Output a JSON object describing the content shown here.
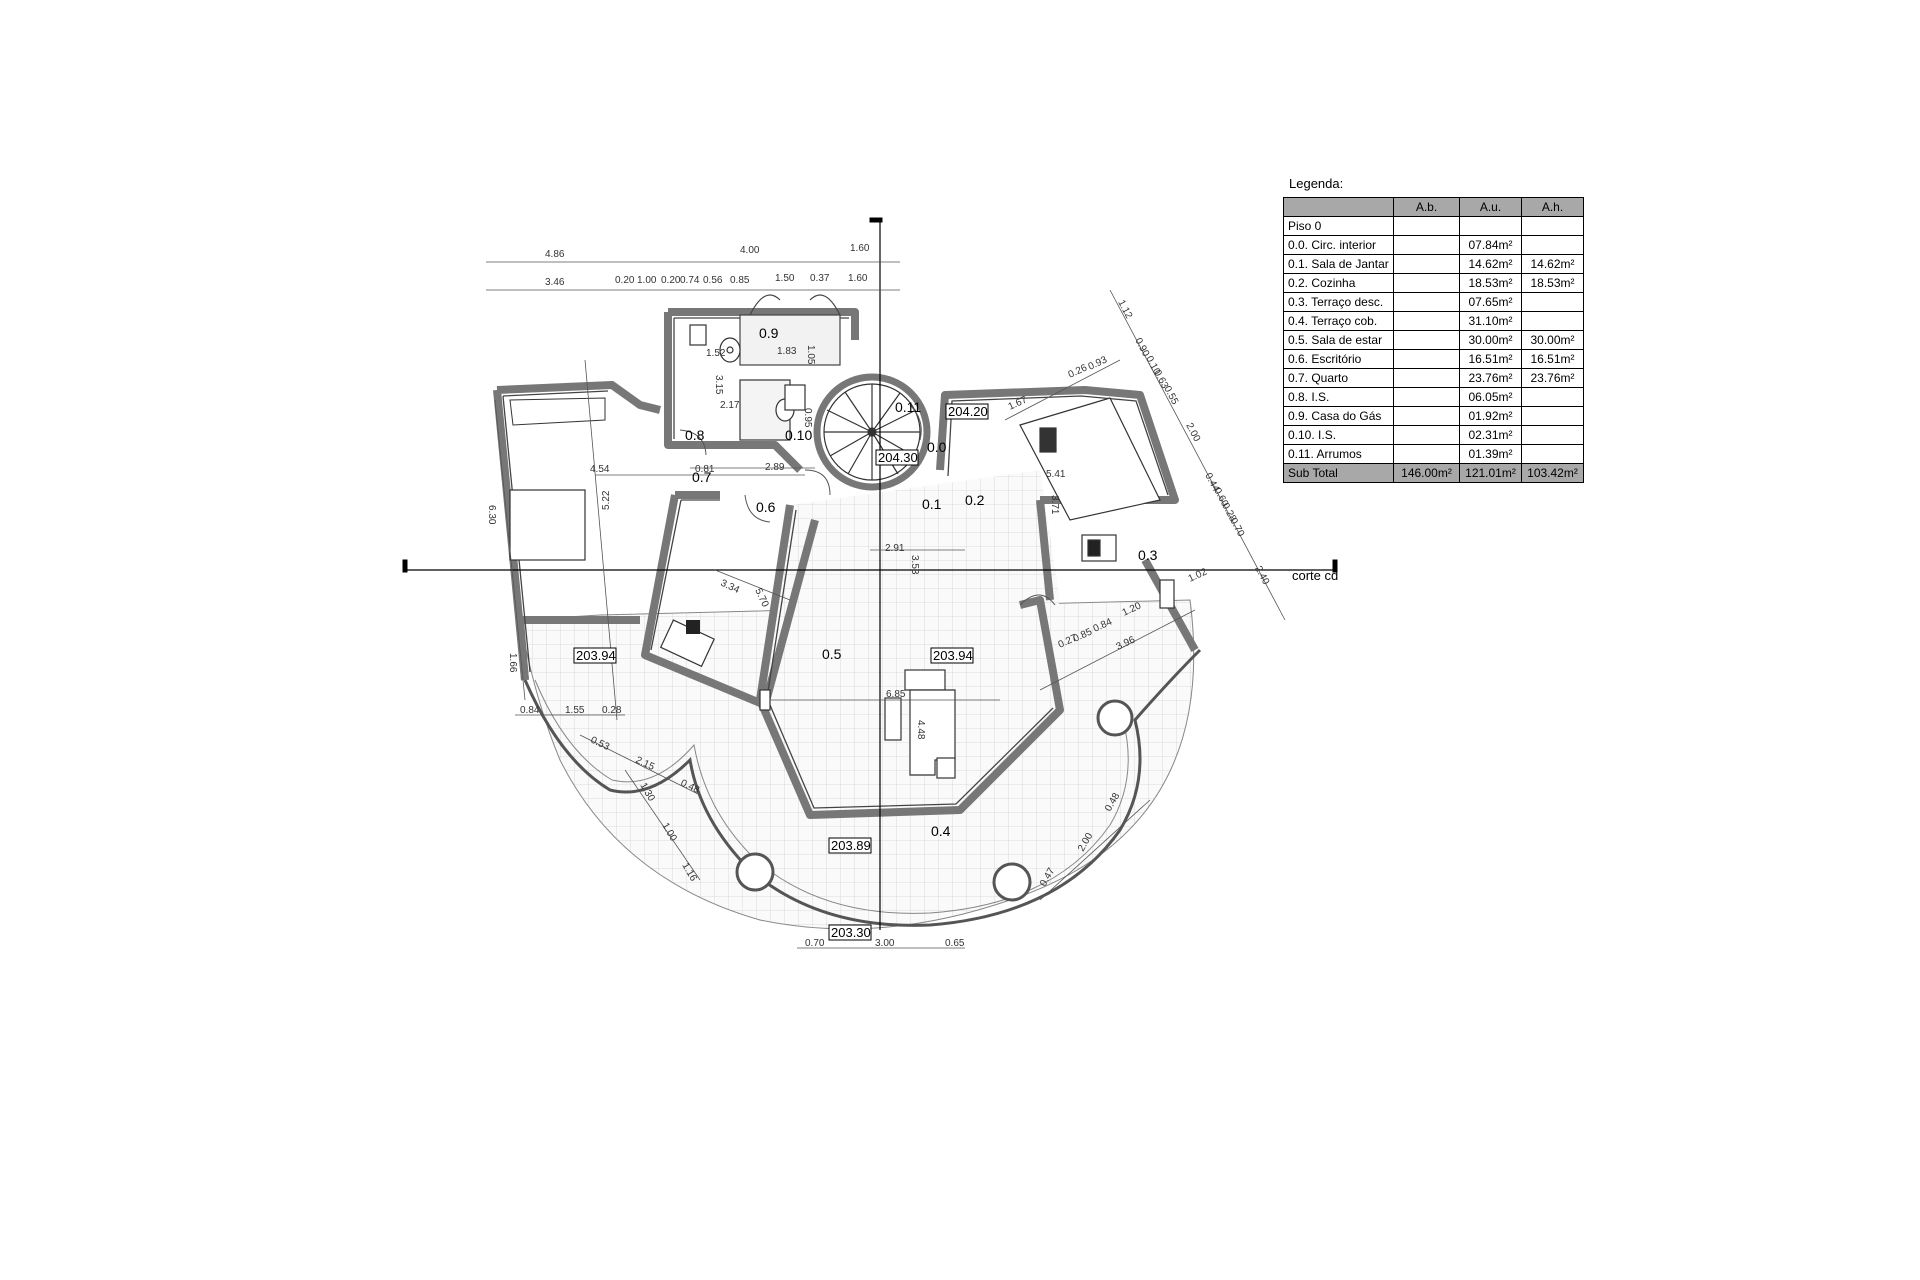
{
  "legend": {
    "title": "Legenda:",
    "columns": [
      "",
      "A.b.",
      "A.u.",
      "A.h."
    ],
    "rows": [
      {
        "name": "Piso 0",
        "ab": "",
        "au": "",
        "ah": ""
      },
      {
        "name": "0.0. Circ. interior",
        "ab": "",
        "au": "07.84m²",
        "ah": ""
      },
      {
        "name": "0.1. Sala de Jantar",
        "ab": "",
        "au": "14.62m²",
        "ah": "14.62m²"
      },
      {
        "name": "0.2. Cozinha",
        "ab": "",
        "au": "18.53m²",
        "ah": "18.53m²"
      },
      {
        "name": "0.3. Terraço desc.",
        "ab": "",
        "au": "07.65m²",
        "ah": ""
      },
      {
        "name": "0.4. Terraço cob.",
        "ab": "",
        "au": "31.10m²",
        "ah": ""
      },
      {
        "name": "0.5. Sala de estar",
        "ab": "",
        "au": "30.00m²",
        "ah": "30.00m²"
      },
      {
        "name": "0.6. Escritório",
        "ab": "",
        "au": "16.51m²",
        "ah": "16.51m²"
      },
      {
        "name": "0.7. Quarto",
        "ab": "",
        "au": "23.76m²",
        "ah": "23.76m²"
      },
      {
        "name": "0.8. I.S.",
        "ab": "",
        "au": "06.05m²",
        "ah": ""
      },
      {
        "name": "0.9. Casa do Gás",
        "ab": "",
        "au": "01.92m²",
        "ah": ""
      },
      {
        "name": "0.10. I.S.",
        "ab": "",
        "au": "02.31m²",
        "ah": ""
      },
      {
        "name": "0.11. Arrumos",
        "ab": "",
        "au": "01.39m²",
        "ah": ""
      }
    ],
    "subtotal": {
      "name": "Sub Total",
      "ab": "146.00m²",
      "au": "121.01m²",
      "ah": "103.42m²"
    }
  },
  "section_label": "corte cd",
  "rooms": {
    "r00": "0.0",
    "r01": "0.1",
    "r02": "0.2",
    "r03": "0.3",
    "r04": "0.4",
    "r05": "0.5",
    "r06": "0.6",
    "r07": "0.7",
    "r08": "0.8",
    "r09": "0.9",
    "r010": "0.10",
    "r011": "0.11"
  },
  "levels": {
    "l1": "204.20",
    "l2": "204.30",
    "l3": "203.94",
    "l4": "203.94",
    "l5": "203.89",
    "l6": "203.30"
  },
  "dims": {
    "top1": "4.86",
    "top2": "4.00",
    "top3": "1.60",
    "t2a": "3.46",
    "t2b": "0.20",
    "t2c": "1.00",
    "t2d": "0.20",
    "t2e": "0.74",
    "t2f": "0.56",
    "t2g": "0.85",
    "t2h": "1.50",
    "t2i": "0.37",
    "t2j": "1.60",
    "d_452": "1.52",
    "d_183": "1.83",
    "d_105": "1.05",
    "d_315": "3.15",
    "d_217": "2.17",
    "d_095": "0.95",
    "d_454": "4.54",
    "d_522": "5.22",
    "d_630": "6.30",
    "d_081": "0.81",
    "d_289": "2.89",
    "d_291": "2.91",
    "d_334": "3.34",
    "d_570": "5.70",
    "d_353": "3.53",
    "d_541": "5.41",
    "d_371": "3.71",
    "d_167": "1.67",
    "d_026": "0.26",
    "d_093": "0.93",
    "d_112": "1.12",
    "d_090": "0.90",
    "d_010": "0.10",
    "d_063": "0.63",
    "d_055": "0.55",
    "d_200": "2.00",
    "d_044": "0.44",
    "d_060": "0.60",
    "d_028": "0.28",
    "d_070": "0.70",
    "d_240": "2.40",
    "d_102": "1.02",
    "d_120": "1.20",
    "d_085": "0.85",
    "d_084": "0.84",
    "d_027": "0.27",
    "d_396": "3.96",
    "d_685": "6.85",
    "d_448": "4.48",
    "d_166": "1.66",
    "d_b084": "0.84",
    "d_155": "1.55",
    "d_b028": "0.28",
    "d_053": "0.53",
    "d_215": "2.15",
    "d_048": "0.48",
    "d_130": "1.30",
    "d_100": "1.00",
    "d_116": "1.16",
    "d_047": "0.47",
    "d_r200": "2.00",
    "d_r048": "0.48",
    "d_bot070": "0.70",
    "d_bot300": "3.00",
    "d_bot065": "0.65"
  }
}
